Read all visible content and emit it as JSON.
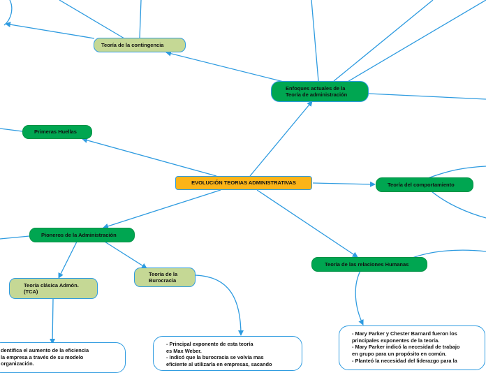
{
  "nodes": {
    "central": "EVOLUCIÓN TEORIAS ADMINISTRATIVAS",
    "contingencia": "Teoría de la contingencia",
    "enfoques": "Enfoques actuales de la\nTeoría de administración",
    "primeras": "Primeras Huellas",
    "comportamiento": "Teoría del comportamiento",
    "pioneros": "Pioneros de la Administración",
    "clasica": "Teoría clásica Admón.\n(TCA)",
    "burocracia": "Teoría de la\nBurocracia",
    "relaciones": "Teoría de las relaciones Humanas"
  },
  "notes": {
    "tca": "dentifica el aumento de la eficiencia\nla empresa a través de su modelo\norganización.",
    "burocracia": "- Principal exponente de esta teoría\nes Max Weber.\n- Indicó que la burocracia se volvía mas\neficiente al utilizarla en empresas, sacando",
    "relaciones": "- Mary Parker y Chester Barnard fueron los\nprincipales exponentes de la teoría.\n- Mary Parker indicó la necesidad de trabajo\nen grupo para un propósito en común.\n- Planteó la necesidad del liderazgo para la"
  },
  "colors": {
    "edge": "#2e9be0",
    "central": "#fbb418",
    "green": "#00a651",
    "olive": "#c5d895"
  }
}
